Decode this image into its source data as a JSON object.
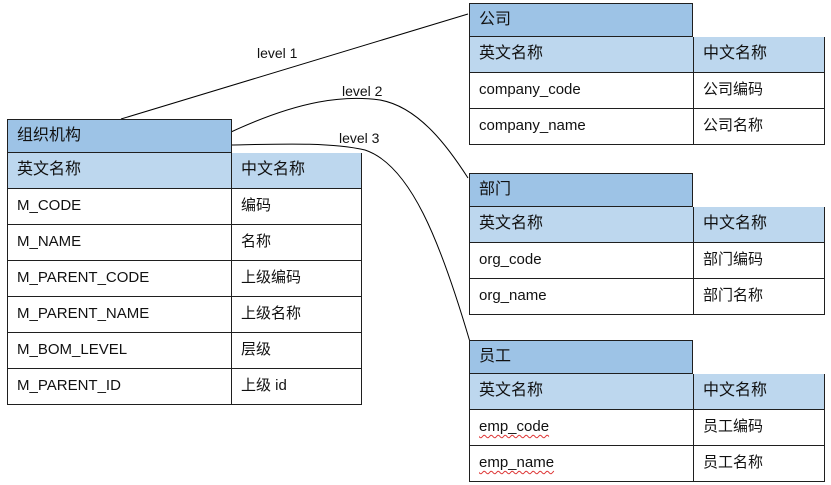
{
  "links": [
    {
      "label": "level 1"
    },
    {
      "label": "level 2"
    },
    {
      "label": "level 3"
    }
  ],
  "org_table": {
    "title": "组织机构",
    "headers": [
      "英文名称",
      "中文名称"
    ],
    "rows": [
      [
        "M_CODE",
        "编码"
      ],
      [
        "M_NAME",
        "名称"
      ],
      [
        "M_PARENT_CODE",
        "上级编码"
      ],
      [
        "M_PARENT_NAME",
        "上级名称"
      ],
      [
        "M_BOM_LEVEL",
        "层级"
      ],
      [
        "M_PARENT_ID",
        "上级 id"
      ]
    ]
  },
  "company_table": {
    "title": "公司",
    "headers": [
      "英文名称",
      "中文名称"
    ],
    "rows": [
      [
        "company_code",
        "公司编码"
      ],
      [
        "company_name",
        "公司名称"
      ]
    ]
  },
  "dept_table": {
    "title": "部门",
    "headers": [
      "英文名称",
      "中文名称"
    ],
    "rows": [
      [
        "org_code",
        "部门编码"
      ],
      [
        "org_name",
        "部门名称"
      ]
    ]
  },
  "emp_table": {
    "title": "员工",
    "headers": [
      "英文名称",
      "中文名称"
    ],
    "rows": [
      [
        "emp_code",
        "员工编码"
      ],
      [
        "emp_name",
        "员工名称"
      ]
    ]
  }
}
